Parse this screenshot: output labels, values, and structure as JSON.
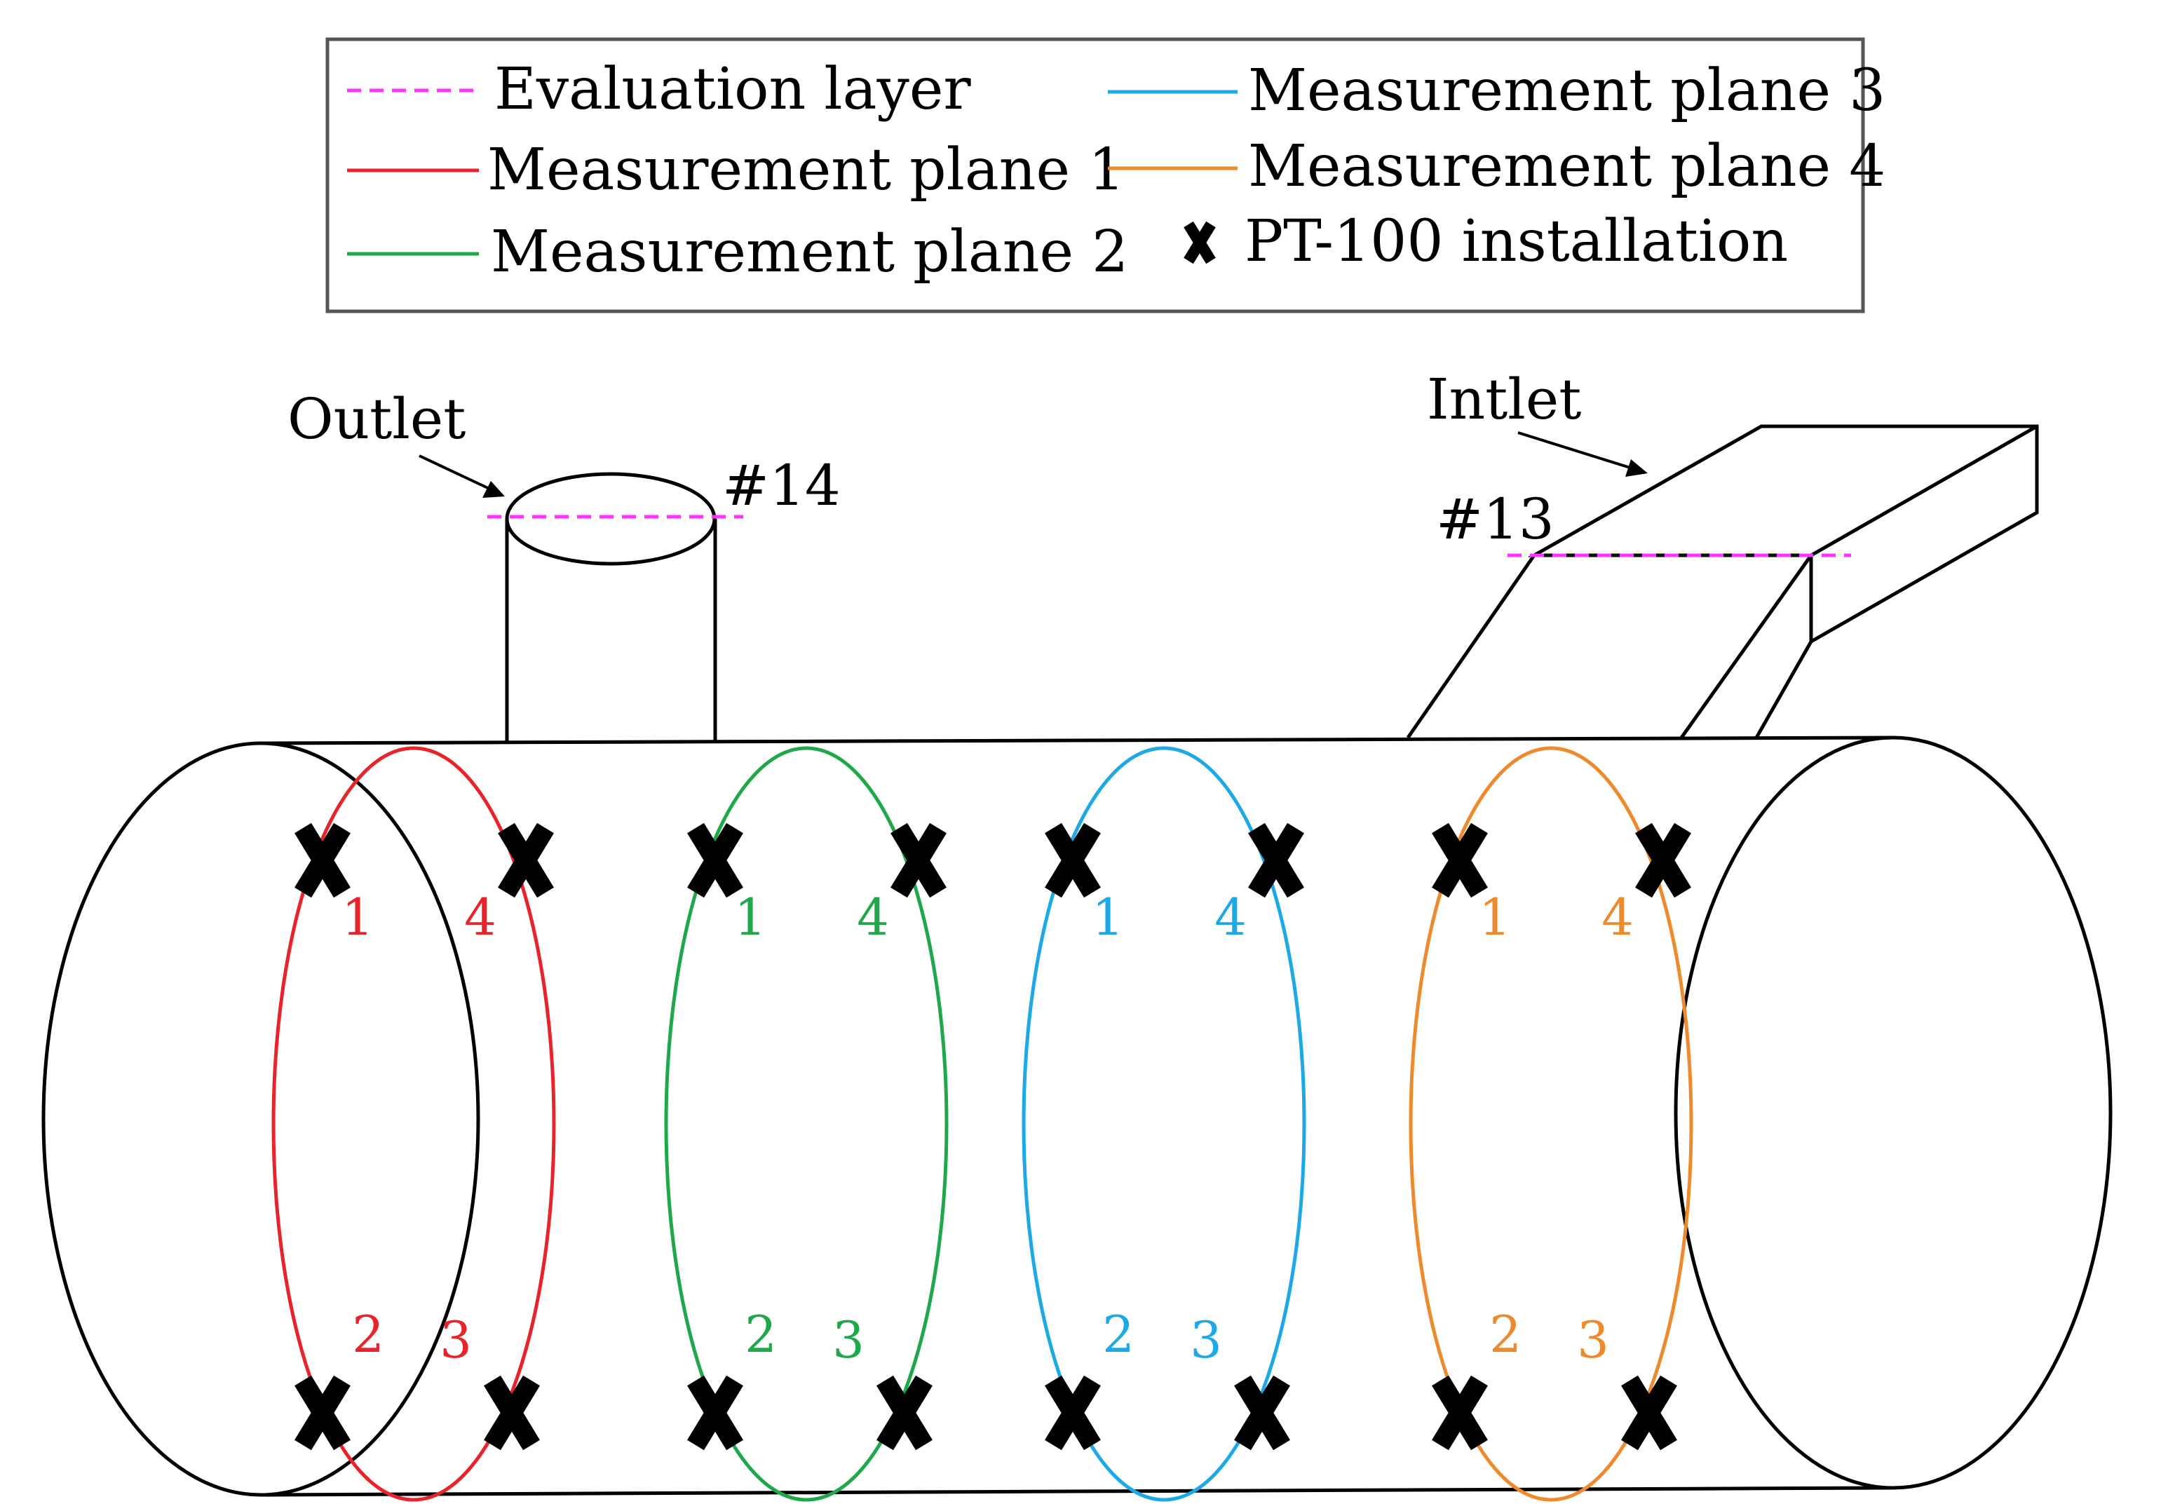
{
  "colors": {
    "evaluation": "#ff33ff",
    "plane1": "#e8232a",
    "plane2": "#1ea84a",
    "plane3": "#1ca9e6",
    "plane4": "#ee8a2c",
    "outline": "#000000"
  },
  "legend": {
    "evaluation_layer": "Evaluation layer",
    "plane1": "Measurement plane 1",
    "plane2": "Measurement plane 2",
    "plane3": "Measurement plane 3",
    "plane4": "Measurement plane 4",
    "pt100": "PT-100 installation",
    "pt100_icon": "cross-mark"
  },
  "callouts": {
    "outlet": "Outlet",
    "inlet": "Intlet",
    "outlet_layer": "#14",
    "inlet_layer": "#13"
  },
  "planes": [
    {
      "name": "plane1",
      "sensors": [
        "1",
        "4",
        "2",
        "3"
      ]
    },
    {
      "name": "plane2",
      "sensors": [
        "1",
        "4",
        "2",
        "3"
      ]
    },
    {
      "name": "plane3",
      "sensors": [
        "1",
        "4",
        "2",
        "3"
      ]
    },
    {
      "name": "plane4",
      "sensors": [
        "1",
        "4",
        "2",
        "3"
      ]
    }
  ]
}
